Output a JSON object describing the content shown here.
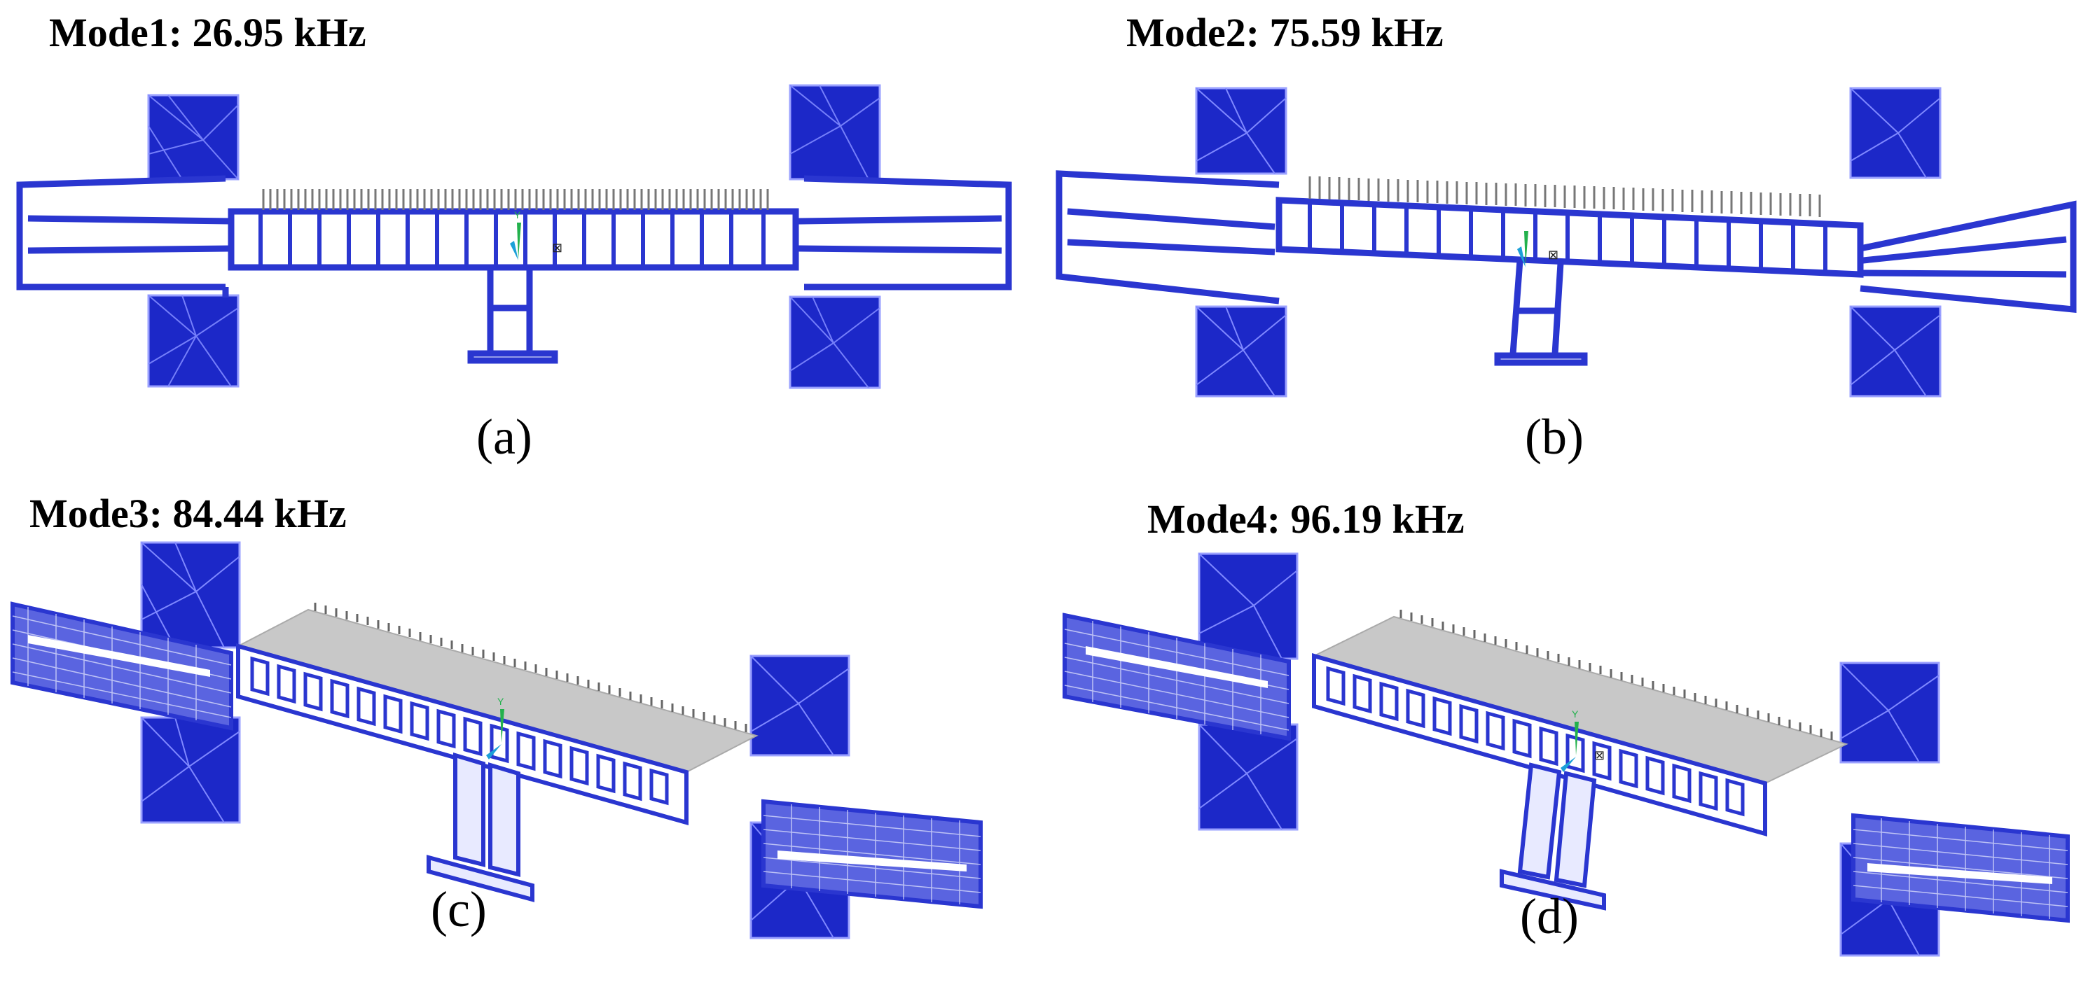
{
  "panels": [
    {
      "title": "Mode1: 26.95 kHz",
      "caption": "(a)"
    },
    {
      "title": "Mode2: 75.59 kHz",
      "caption": "(b)"
    },
    {
      "title": "Mode3: 84.44 kHz",
      "caption": "(c)"
    },
    {
      "title": "Mode4: 96.19 kHz",
      "caption": "(d)"
    }
  ],
  "colors": {
    "anchor_fill": "#1c28c8",
    "mesh_edge": "#3a46d6",
    "mesh_line": "#d8dcff",
    "body_gray": "#c8c8c8",
    "axis_green": "#22b14c",
    "axis_cyan": "#1ca0d8"
  }
}
